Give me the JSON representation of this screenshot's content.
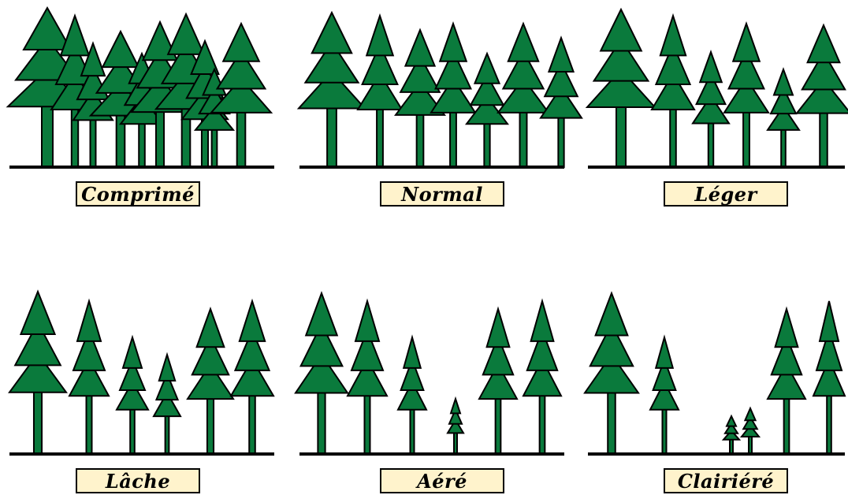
{
  "colors": {
    "tree_fill": "#0a7a3c",
    "outline": "#000000",
    "label_fill": "#fff3cc"
  },
  "panels": [
    {
      "label": "Comprimé"
    },
    {
      "label": "Normal"
    },
    {
      "label": "Léger"
    },
    {
      "label": "Lâche"
    },
    {
      "label": "Aéré"
    },
    {
      "label": "Clairiéré"
    }
  ]
}
